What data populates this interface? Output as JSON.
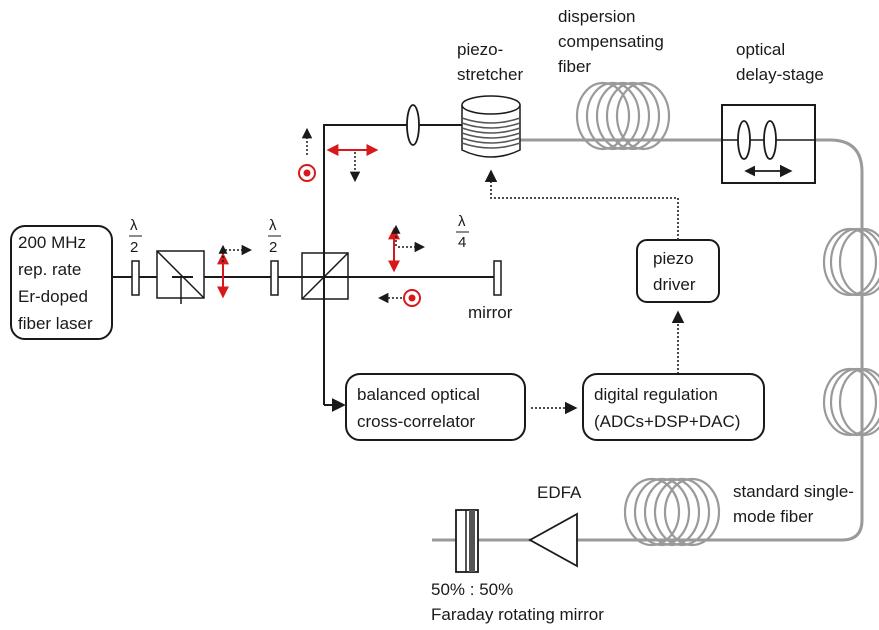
{
  "labels": {
    "laser": [
      "200 MHz",
      "rep. rate",
      "Er-doped",
      "fiber laser"
    ],
    "half": "λ",
    "two": "2",
    "quarter_num": "λ",
    "four": "4",
    "piezo_stretcher": [
      "piezo-",
      "stretcher"
    ],
    "dcf": [
      "dispersion",
      "compensating",
      "fiber"
    ],
    "delay_stage": [
      "optical",
      "delay-stage"
    ],
    "mirror": "mirror",
    "piezo_driver": [
      "piezo",
      "driver"
    ],
    "bocc": [
      "balanced optical",
      "cross-correlator"
    ],
    "digital": [
      "digital regulation",
      "(ADCs+DSP+DAC)"
    ],
    "edfa": "EDFA",
    "smf": [
      "standard single-",
      "mode fiber"
    ],
    "ratio": "50% : 50%",
    "faraday": "Faraday rotating mirror"
  },
  "colors": {
    "line": "#1a1a1a",
    "fiber": "#9a9a9a",
    "polarization": "#d7191c",
    "dotted": "#333333"
  },
  "icons": [
    "polarization-arrow-icon",
    "polarization-dot-icon",
    "fiber-coil-icon",
    "lens-icon",
    "beamsplitter-icon",
    "waveplate-icon"
  ]
}
